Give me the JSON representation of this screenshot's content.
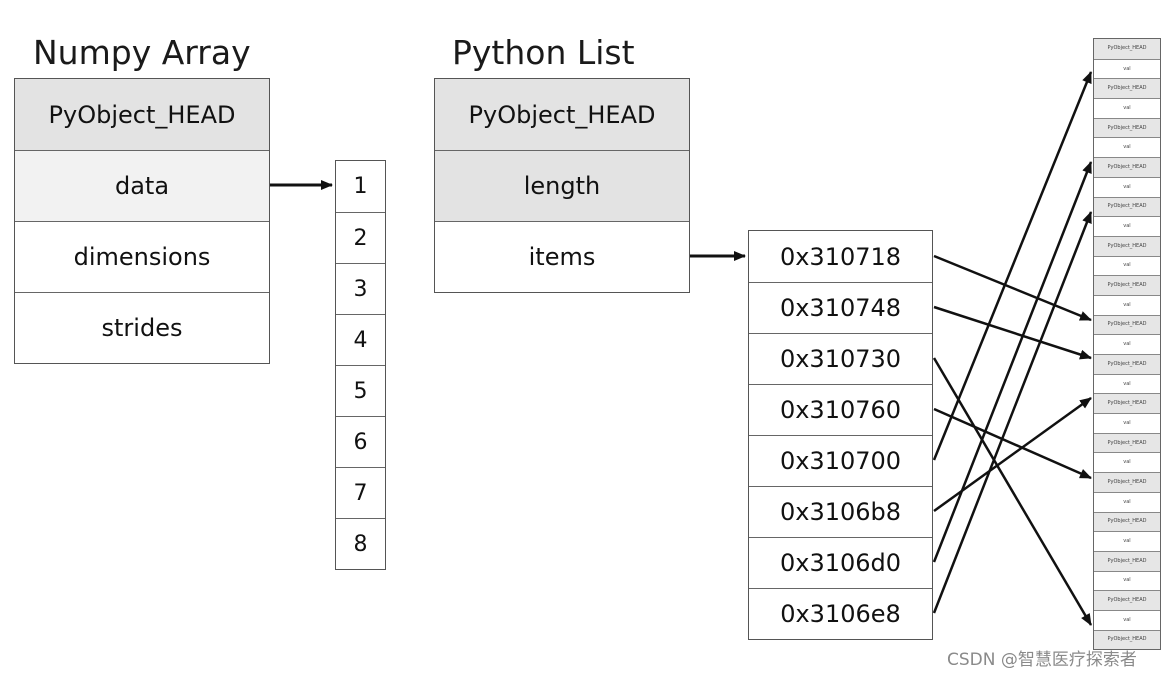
{
  "numpy": {
    "title": "Numpy Array",
    "rows": [
      "PyObject_HEAD",
      "data",
      "dimensions",
      "strides"
    ]
  },
  "data_values": [
    "1",
    "2",
    "3",
    "4",
    "5",
    "6",
    "7",
    "8"
  ],
  "pylist": {
    "title": "Python List",
    "rows": [
      "PyObject_HEAD",
      "length",
      "items"
    ]
  },
  "addresses": [
    "0x310718",
    "0x310748",
    "0x310730",
    "0x310760",
    "0x310700",
    "0x3106b8",
    "0x3106d0",
    "0x3106e8"
  ],
  "heap": {
    "object_label": "PyObject_HEAD",
    "slot_label": "val"
  },
  "watermark": "CSDN @智慧医疗探索者",
  "colors": {
    "header_fill": "#e3e3e3",
    "data_fill": "#f2f2f2",
    "border": "#555555",
    "arrow": "#111111"
  }
}
